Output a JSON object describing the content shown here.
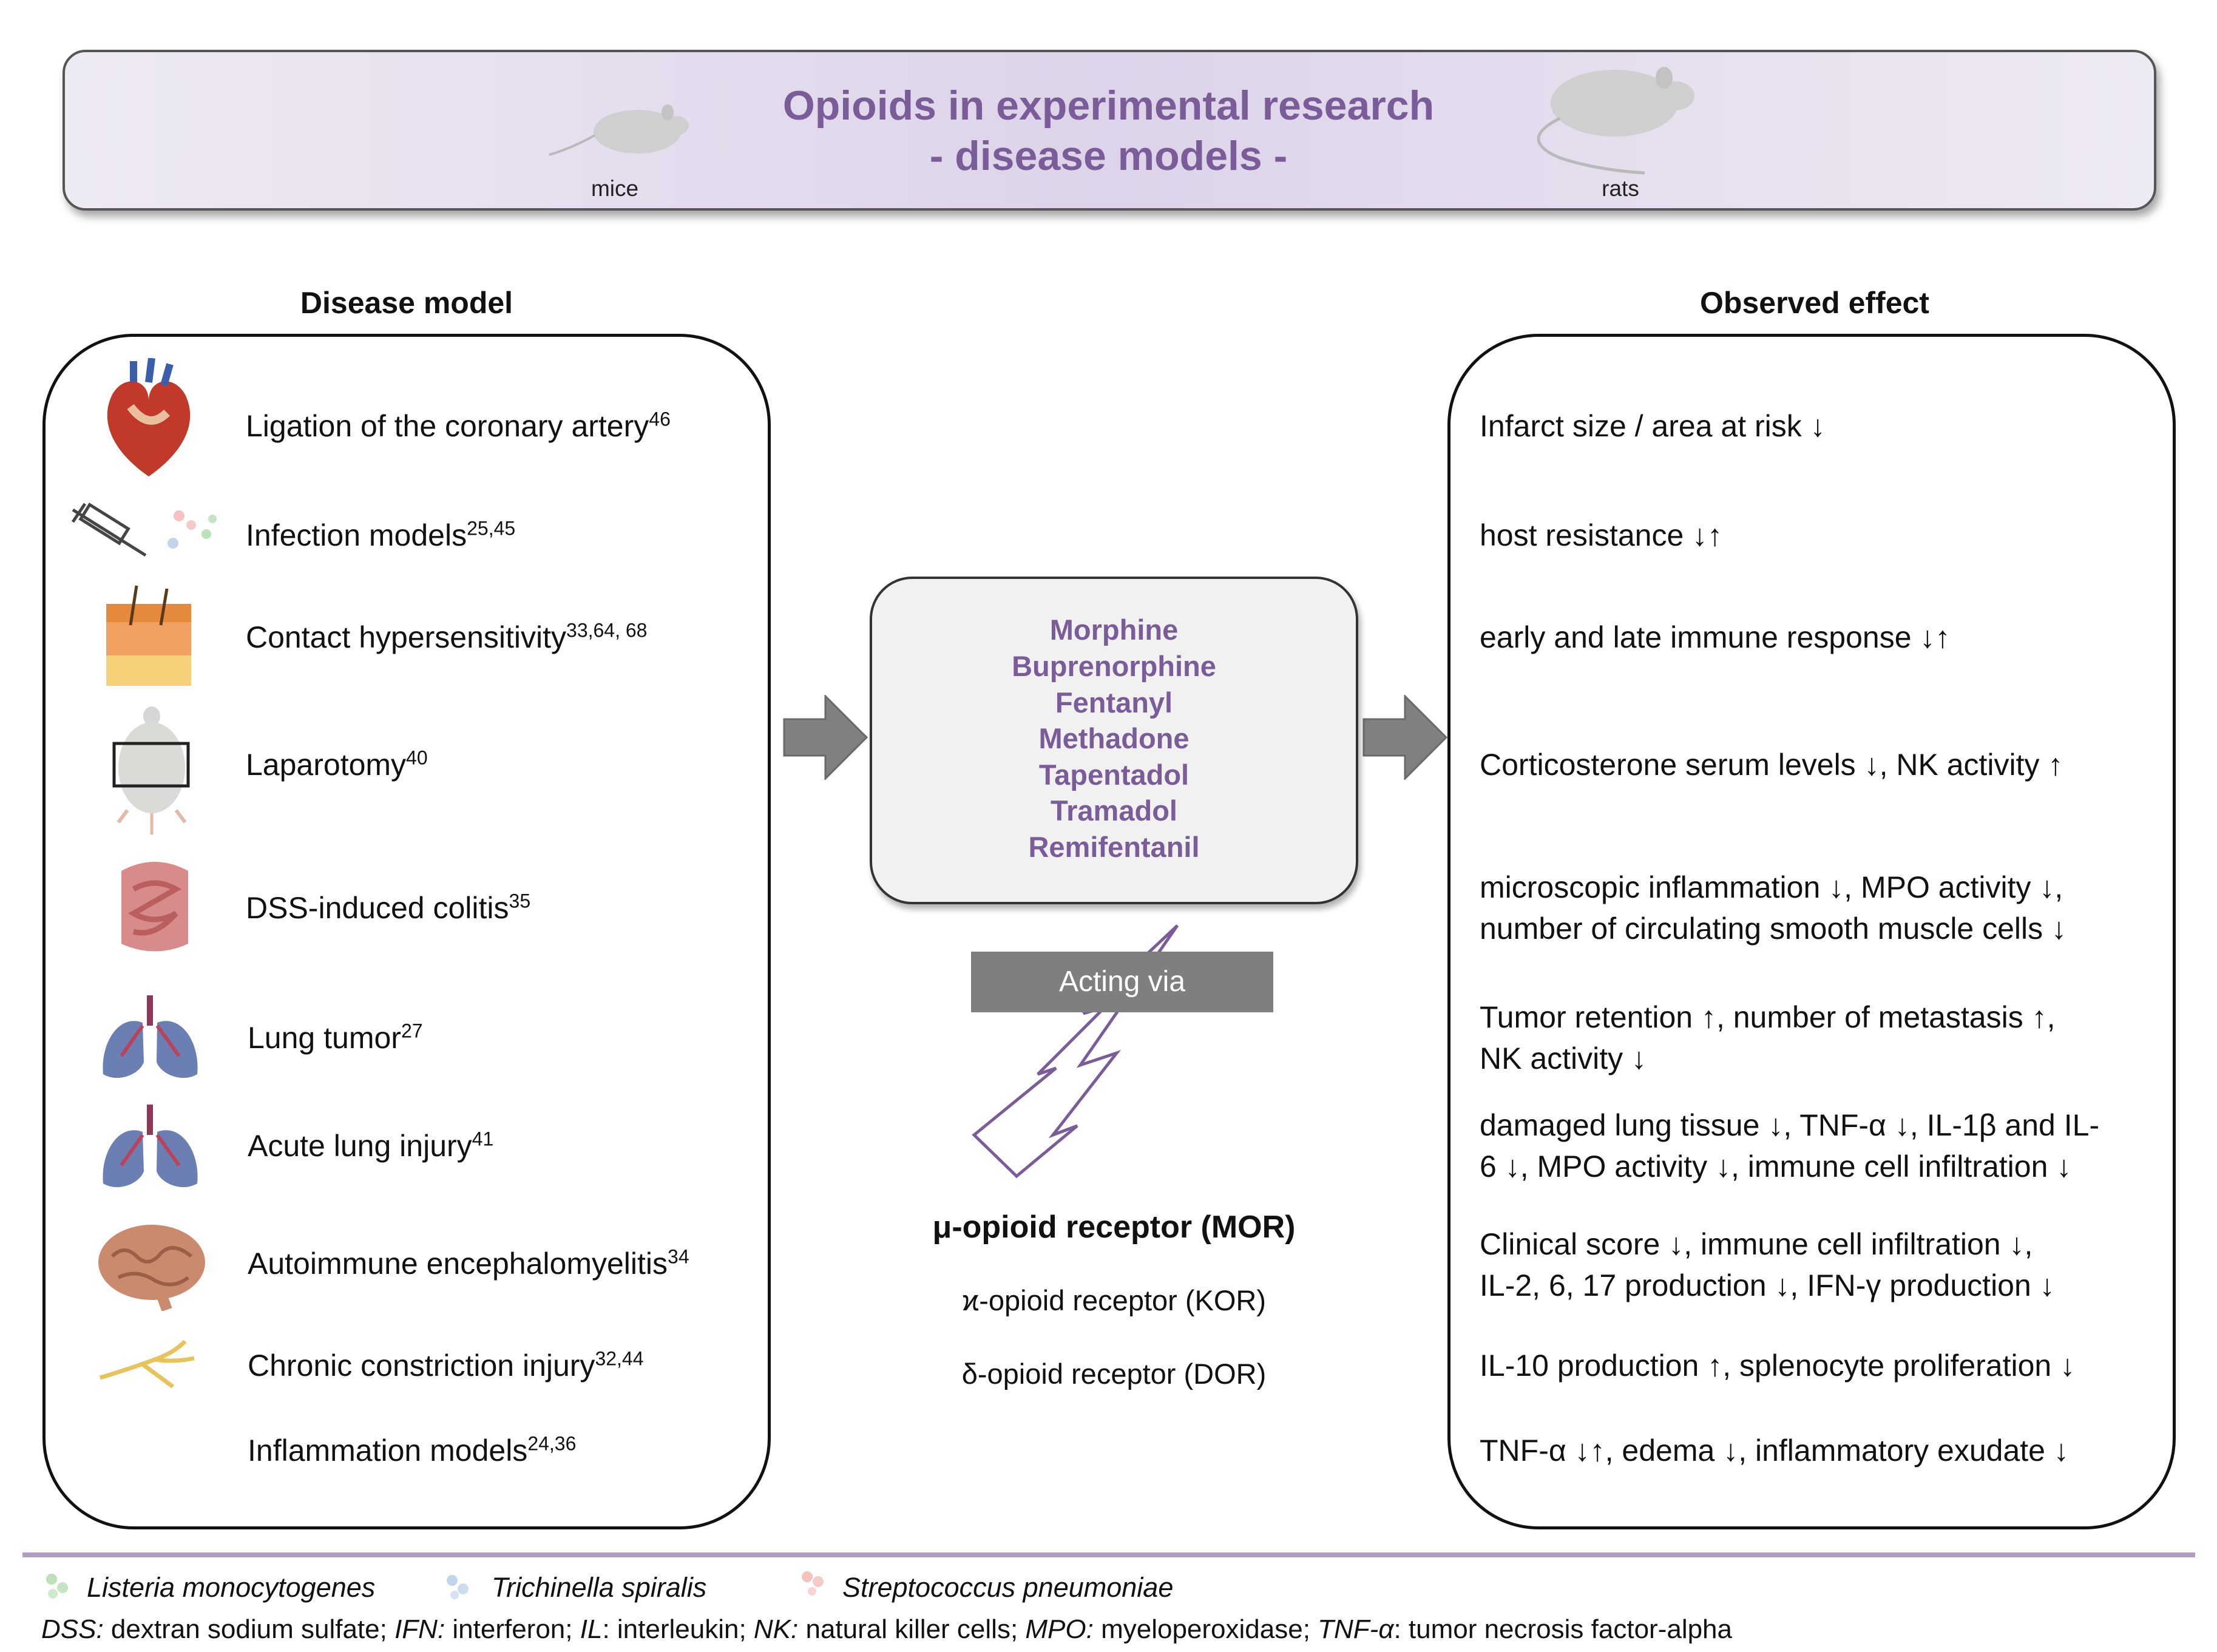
{
  "header": {
    "title_line1": "Opioids in experimental research",
    "title_line2": "- disease models -",
    "mice_label": "mice",
    "rats_label": "rats"
  },
  "disease_model": {
    "heading": "Disease model",
    "items": [
      {
        "label": "Ligation of the coronary artery",
        "ref": "46",
        "icon": "heart-icon"
      },
      {
        "label": "Infection models",
        "ref": "25,45",
        "icon": "syringe-icon"
      },
      {
        "label": "Contact hypersensitivity",
        "ref": "33,64, 68",
        "icon": "skin-icon"
      },
      {
        "label": "Laparotomy",
        "ref": "40",
        "icon": "mouse-surgery-icon"
      },
      {
        "label": "DSS-induced colitis",
        "ref": "35",
        "icon": "intestine-icon"
      },
      {
        "label": "Lung tumor",
        "ref": "27",
        "icon": "lung-icon"
      },
      {
        "label": "Acute lung injury",
        "ref": "41",
        "icon": "lung-icon"
      },
      {
        "label": "Autoimmune encephalomyelitis",
        "ref": "34",
        "icon": "brain-icon"
      },
      {
        "label": "Chronic constriction injury",
        "ref": "32,44",
        "icon": "nerve-icon"
      },
      {
        "label": "Inflammation models",
        "ref": "24,36",
        "icon": ""
      }
    ]
  },
  "drugs": {
    "items": [
      "Morphine",
      "Buprenorphine",
      "Fentanyl",
      "Methadone",
      "Tapentadol",
      "Tramadol",
      "Remifentanil"
    ]
  },
  "acting_via": "Acting via",
  "receptors": {
    "primary": "μ-opioid receptor (MOR)",
    "secondary": [
      "ϰ-opioid receptor (KOR)",
      "δ-opioid receptor (DOR)"
    ]
  },
  "observed_effect": {
    "heading": "Observed effect",
    "items": [
      {
        "lines": [
          "Infarct size / area at risk ↓"
        ]
      },
      {
        "lines": [
          "host resistance ↓↑"
        ]
      },
      {
        "lines": [
          "early and late immune response ↓↑"
        ]
      },
      {
        "lines": [
          "Corticosterone serum levels ↓, NK activity ↑"
        ]
      },
      {
        "lines": [
          "microscopic inflammation ↓, MPO activity ↓,",
          "number of circulating smooth muscle cells ↓"
        ]
      },
      {
        "lines": [
          "Tumor retention ↑, number of metastasis ↑,",
          "NK activity ↓"
        ]
      },
      {
        "lines": [
          "damaged lung tissue ↓, TNF-α ↓, IL-1β and IL-",
          "6 ↓, MPO activity ↓, immune cell infiltration ↓"
        ]
      },
      {
        "lines": [
          "Clinical score ↓, immune cell infiltration ↓,",
          "IL-2, 6, 17 production ↓, IFN-γ production ↓"
        ]
      },
      {
        "lines": [
          "IL-10 production ↑, splenocyte proliferation ↓"
        ]
      },
      {
        "lines": [
          "TNF-α ↓↑, edema ↓, inflammatory exudate ↓"
        ]
      }
    ]
  },
  "legend": {
    "pathogens": [
      "Listeria monocytogenes",
      "Trichinella spiralis",
      "Streptococcus pneumoniae"
    ],
    "pathogen_colors": [
      "#9fd49a",
      "#a9c3e6",
      "#f2a7a7"
    ],
    "abbreviations": [
      {
        "abbr": "DSS:",
        "text": " dextran sodium sulfate; "
      },
      {
        "abbr": "IFN:",
        "text": " interferon; "
      },
      {
        "abbr": "IL",
        "text": ": interleukin; "
      },
      {
        "abbr": "NK:",
        "text": " natural killer cells; "
      },
      {
        "abbr": "MPO:",
        "text": " myeloperoxidase; "
      },
      {
        "abbr": "TNF-α",
        "text": ": tumor necrosis factor-alpha"
      }
    ]
  },
  "colors": {
    "accent_purple": "#7a5c99",
    "divider": "#b29cc6",
    "arrow_gray": "#808080"
  }
}
